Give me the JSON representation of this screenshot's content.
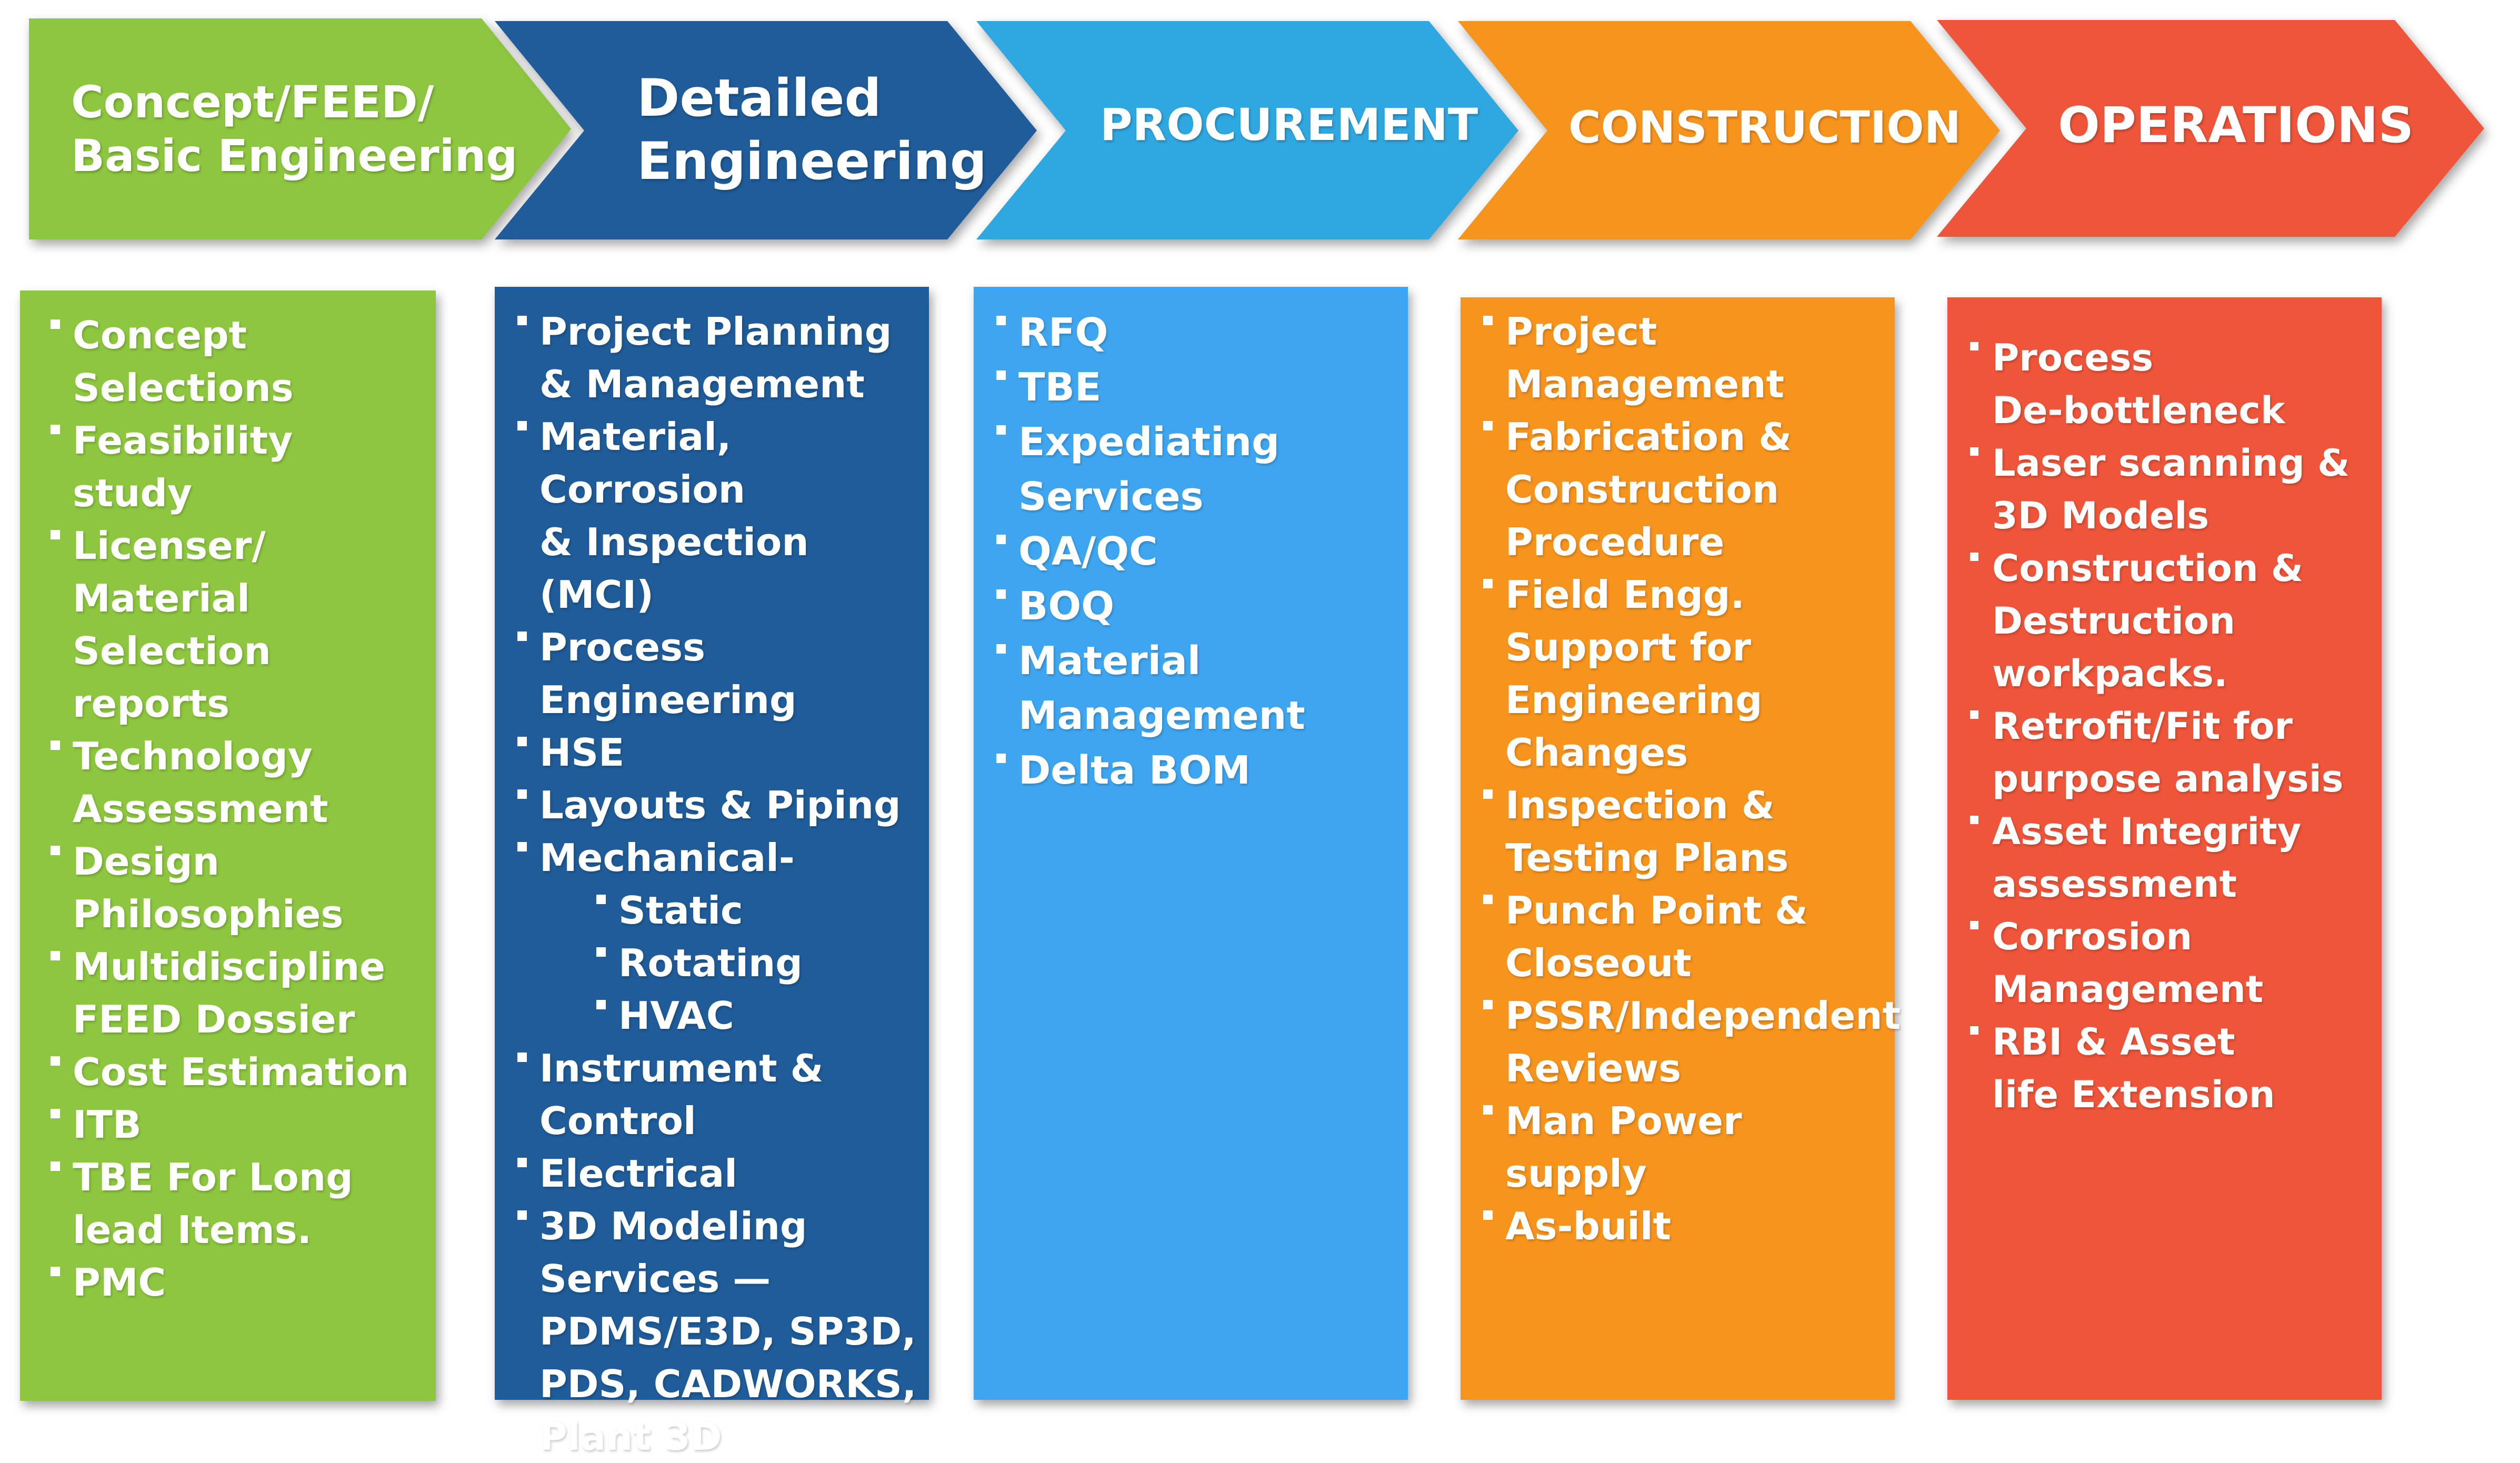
{
  "colors": {
    "green": "#8dc63f",
    "dark_blue": "#1f5c99",
    "blue": "#2fa7e0",
    "light_blue": "#3ea6f0",
    "orange": "#f7941d",
    "red": "#ee553a"
  },
  "stages": [
    {
      "title": "Concept/FEED/\nBasic Engineering"
    },
    {
      "title": "Detailed\nEngineering"
    },
    {
      "title": "PROCUREMENT"
    },
    {
      "title": "CONSTRUCTION"
    },
    {
      "title": "OPERATIONS"
    }
  ],
  "columns": [
    {
      "items": [
        "Concept\nSelections",
        "Feasibility study",
        "Licenser/ Material\nSelection reports",
        "Technology\nAssessment",
        "Design\nPhilosophies",
        "Multidiscipline\nFEED Dossier",
        "Cost Estimation",
        "ITB",
        "TBE For Long\nlead Items.",
        "PMC"
      ]
    },
    {
      "items": [
        "Project Planning\n& Management",
        "Material, Corrosion\n& Inspection (MCI)",
        "Process\nEngineering",
        "HSE",
        "Layouts & Piping",
        "Mechanical-",
        "Static",
        "Rotating",
        "HVAC",
        "Instrument &\nControl",
        "Electrical",
        "3D Modeling\nServices —\nPDMS/E3D, SP3D,\nPDS, CADWORKS,\nPlant 3D"
      ]
    },
    {
      "items": [
        "RFQ",
        "TBE",
        "Expediating\nServices",
        "QA/QC",
        "BOQ",
        "Material\nManagement",
        "Delta BOM"
      ]
    },
    {
      "items": [
        "Project\nManagement",
        "Fabrication &\nConstruction\nProcedure",
        "Field Engg.\nSupport for\nEngineering\nChanges",
        "Inspection &\nTesting Plans",
        "Punch Point &\nCloseout",
        "PSSR/Independent\nReviews",
        "Man Power supply",
        "As-built"
      ]
    },
    {
      "items": [
        "Process\nDe-bottleneck",
        "Laser scanning &\n3D Models",
        "Construction &\nDestruction\nworkpacks.",
        "Retrofit/Fit for\npurpose analysis",
        "Asset Integrity\nassessment",
        "Corrosion\nManagement",
        "RBI & Asset\nlife Extension"
      ]
    }
  ]
}
